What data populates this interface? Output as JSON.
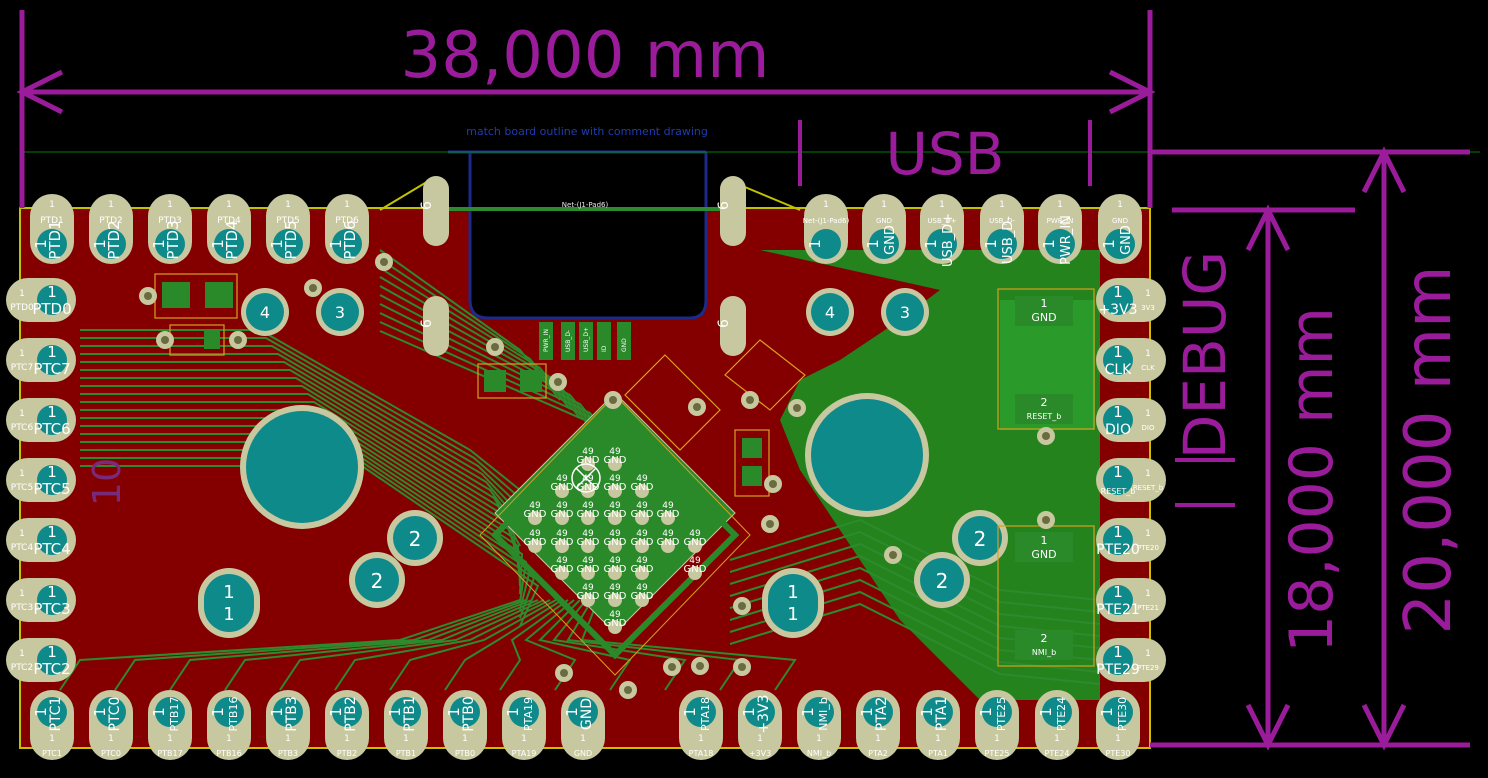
{
  "dimensions": {
    "width": "38,000 mm",
    "height_outer": "20,000 mm",
    "height_inner": "18,000 mm",
    "usb": "USB",
    "debug": "DEBUG"
  },
  "comment": "match board outline with comment drawing",
  "net_labels": {
    "j1_pad6": "Net-(J1-Pad6)",
    "j1_pad6_short": "Net-(J1-Pad6)",
    "pwr_in": "PWR_IN"
  },
  "top_header": {
    "left": [
      "PTD1",
      "PTD2",
      "PTD3",
      "PTD4",
      "PTD5",
      "PTD6"
    ],
    "right": [
      {
        "net": "Net-(J1-Pad6)",
        "label": ""
      },
      {
        "net": "GND",
        "label": "GND"
      },
      {
        "net": "USB_D+",
        "label": "USB_D+"
      },
      {
        "net": "USB_D-",
        "label": "USB_D-"
      },
      {
        "net": "PWR_IN",
        "label": "PWR_IN"
      },
      {
        "net": "GND",
        "label": "GND"
      }
    ]
  },
  "left_header": [
    "PTD0",
    "PTC7",
    "PTC6",
    "PTC5",
    "PTC4",
    "PTC3",
    "PTC2"
  ],
  "right_header": [
    {
      "small": "3V3",
      "big": "+3V3"
    },
    {
      "small": "CLK",
      "big": "CLK"
    },
    {
      "small": "DIO",
      "big": "DIO"
    },
    {
      "small": "RESET_b",
      "big": "RESET_b"
    },
    {
      "small": "PTE20",
      "big": "PTE20"
    },
    {
      "small": "PTE21",
      "big": "PTE21"
    },
    {
      "small": "PTE29",
      "big": "PTE29"
    }
  ],
  "bottom_header": [
    "PTC1",
    "PTC0",
    "PTB17",
    "PTB16",
    "PTB3",
    "PTB2",
    "PTB1",
    "PTB0",
    "PTA19",
    "GND",
    "PTA18",
    "+3V3",
    "NMI_b",
    "PTA2",
    "PTA1",
    "PTE25",
    "PTE24",
    "PTE30"
  ],
  "pad_number": "1",
  "hole_labels": {
    "four": "4",
    "three": "3",
    "two": "2",
    "one": "1"
  },
  "usb_pads": [
    "PWR_IN",
    "USB_D-",
    "USB_D+",
    "ID",
    "GND"
  ],
  "button_reset": {
    "pin1": "1",
    "pin1_net": "GND",
    "pin2": "2",
    "pin2_net": "RESET_b"
  },
  "button_nmi": {
    "pin1": "1",
    "pin1_net": "GND",
    "pin2": "2",
    "pin2_net": "NMI_b"
  },
  "qfn_center_label": "GND",
  "qfn_pin_label": "49",
  "shield_pad": "6",
  "silk_ten": "10"
}
